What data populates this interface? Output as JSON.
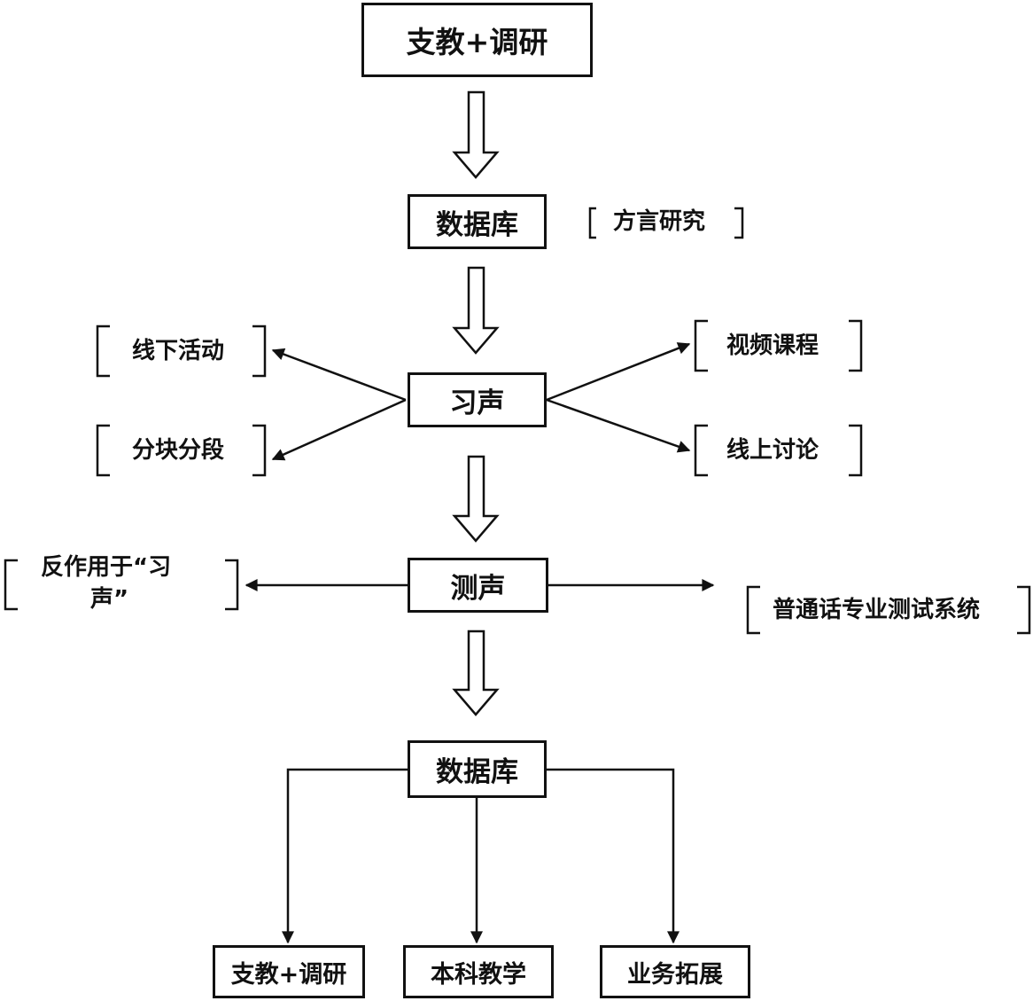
{
  "nodes": {
    "start": "支教+调研",
    "database_top": "数据库",
    "xisheng": "习声",
    "cesheng": "测声",
    "database_bottom": "数据库",
    "out_research": "支教+调研",
    "out_teaching": "本科教学",
    "out_business": "业务拓展"
  },
  "notes": {
    "dialect_research": "方言研究",
    "offline_activities": "线下活动",
    "chunking": "分块分段",
    "video_courses": "视频课程",
    "online_discussion": "线上讨论",
    "feedback_line1": "反作用于“习",
    "feedback_line2": "声”",
    "putonghua_test": "普通话专业测试系统"
  }
}
